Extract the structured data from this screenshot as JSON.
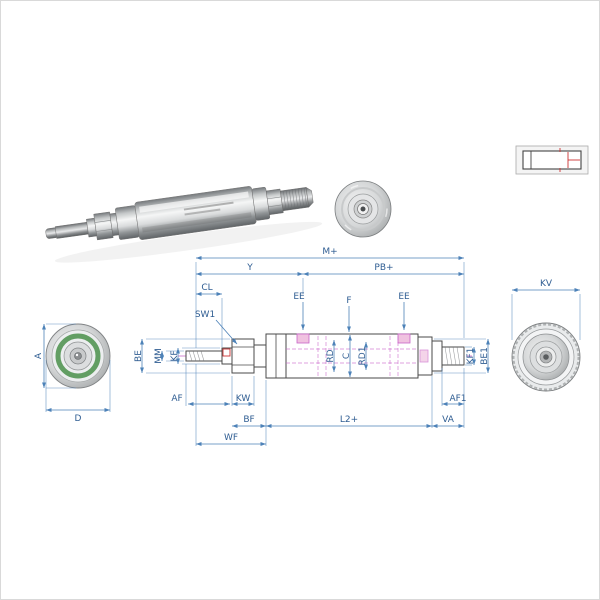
{
  "colors": {
    "dimension_line": "#4d82b8",
    "dimension_text": "#2f5d92",
    "outline": "#4a4a4a",
    "centerline_magenta": "#c964c9",
    "hatch_pink": "#f0c2e0",
    "accent_red": "#cc3333",
    "seal_green": "#4a8f4a"
  },
  "side_view": {
    "labels": {
      "m_plus": "M+",
      "y": "Y",
      "pb_plus": "PB+",
      "cl": "CL",
      "ee_left": "EE",
      "f": "F",
      "ee_right": "EE",
      "sw1": "SW1",
      "be": "BE",
      "mm": "MM",
      "kf": "KF",
      "rd": "RD",
      "c": "C",
      "rd1": "RD1",
      "kf1": "KF1",
      "be1": "BE1",
      "af": "AF",
      "kw": "KW",
      "af1": "AF1",
      "bf": "BF",
      "l2_plus": "L2+",
      "va": "VA",
      "wf": "WF"
    }
  },
  "left_view": {
    "labels": {
      "a": "A",
      "d": "D"
    }
  },
  "right_view": {
    "labels": {
      "kv": "KV"
    }
  }
}
